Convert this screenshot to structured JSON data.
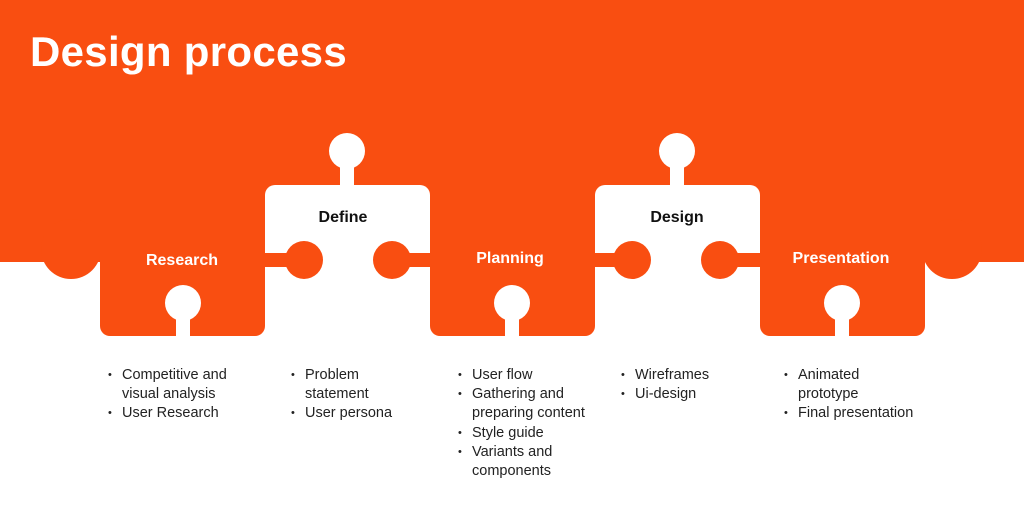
{
  "title": "Design process",
  "colors": {
    "accent": "#F94E11",
    "background": "#FFFFFF"
  },
  "steps": [
    {
      "label": "Research",
      "items": [
        "Competitive and visual analysis",
        "User Research"
      ]
    },
    {
      "label": "Define",
      "items": [
        "Problem statement",
        "User persona"
      ]
    },
    {
      "label": "Planning",
      "items": [
        "User flow",
        "Gathering and preparing content",
        "Style guide",
        "Variants and components"
      ]
    },
    {
      "label": "Design",
      "items": [
        "Wireframes",
        "Ui-design"
      ]
    },
    {
      "label": "Presentation",
      "items": [
        "Animated prototype",
        "Final presentation"
      ]
    }
  ]
}
